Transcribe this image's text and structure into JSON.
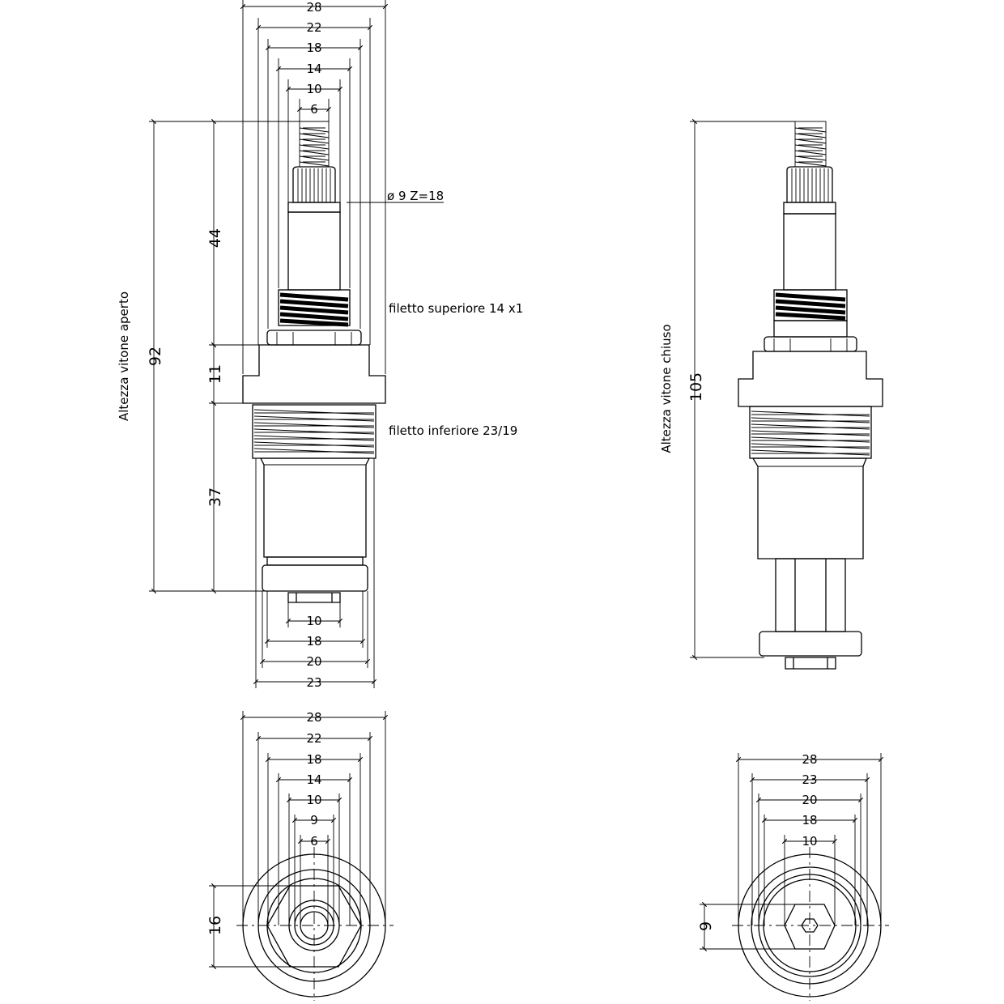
{
  "labels": {
    "phi9": "ø 9  Z=18",
    "upper_thread": "filetto superiore 14 x1",
    "lower_thread": "filetto inferiore 23/19",
    "open_height_label": "Altezza vitone aperto",
    "closed_height_label": "Altezza vitone chiuso"
  },
  "dims": {
    "d28": "28",
    "d22": "22",
    "d18": "18",
    "d14": "14",
    "d10": "10",
    "d6": "6",
    "d9": "9",
    "d20": "20",
    "d23": "23",
    "d16": "16",
    "h44": "44",
    "h11": "11",
    "h37": "37",
    "h92": "92",
    "h105": "105"
  }
}
